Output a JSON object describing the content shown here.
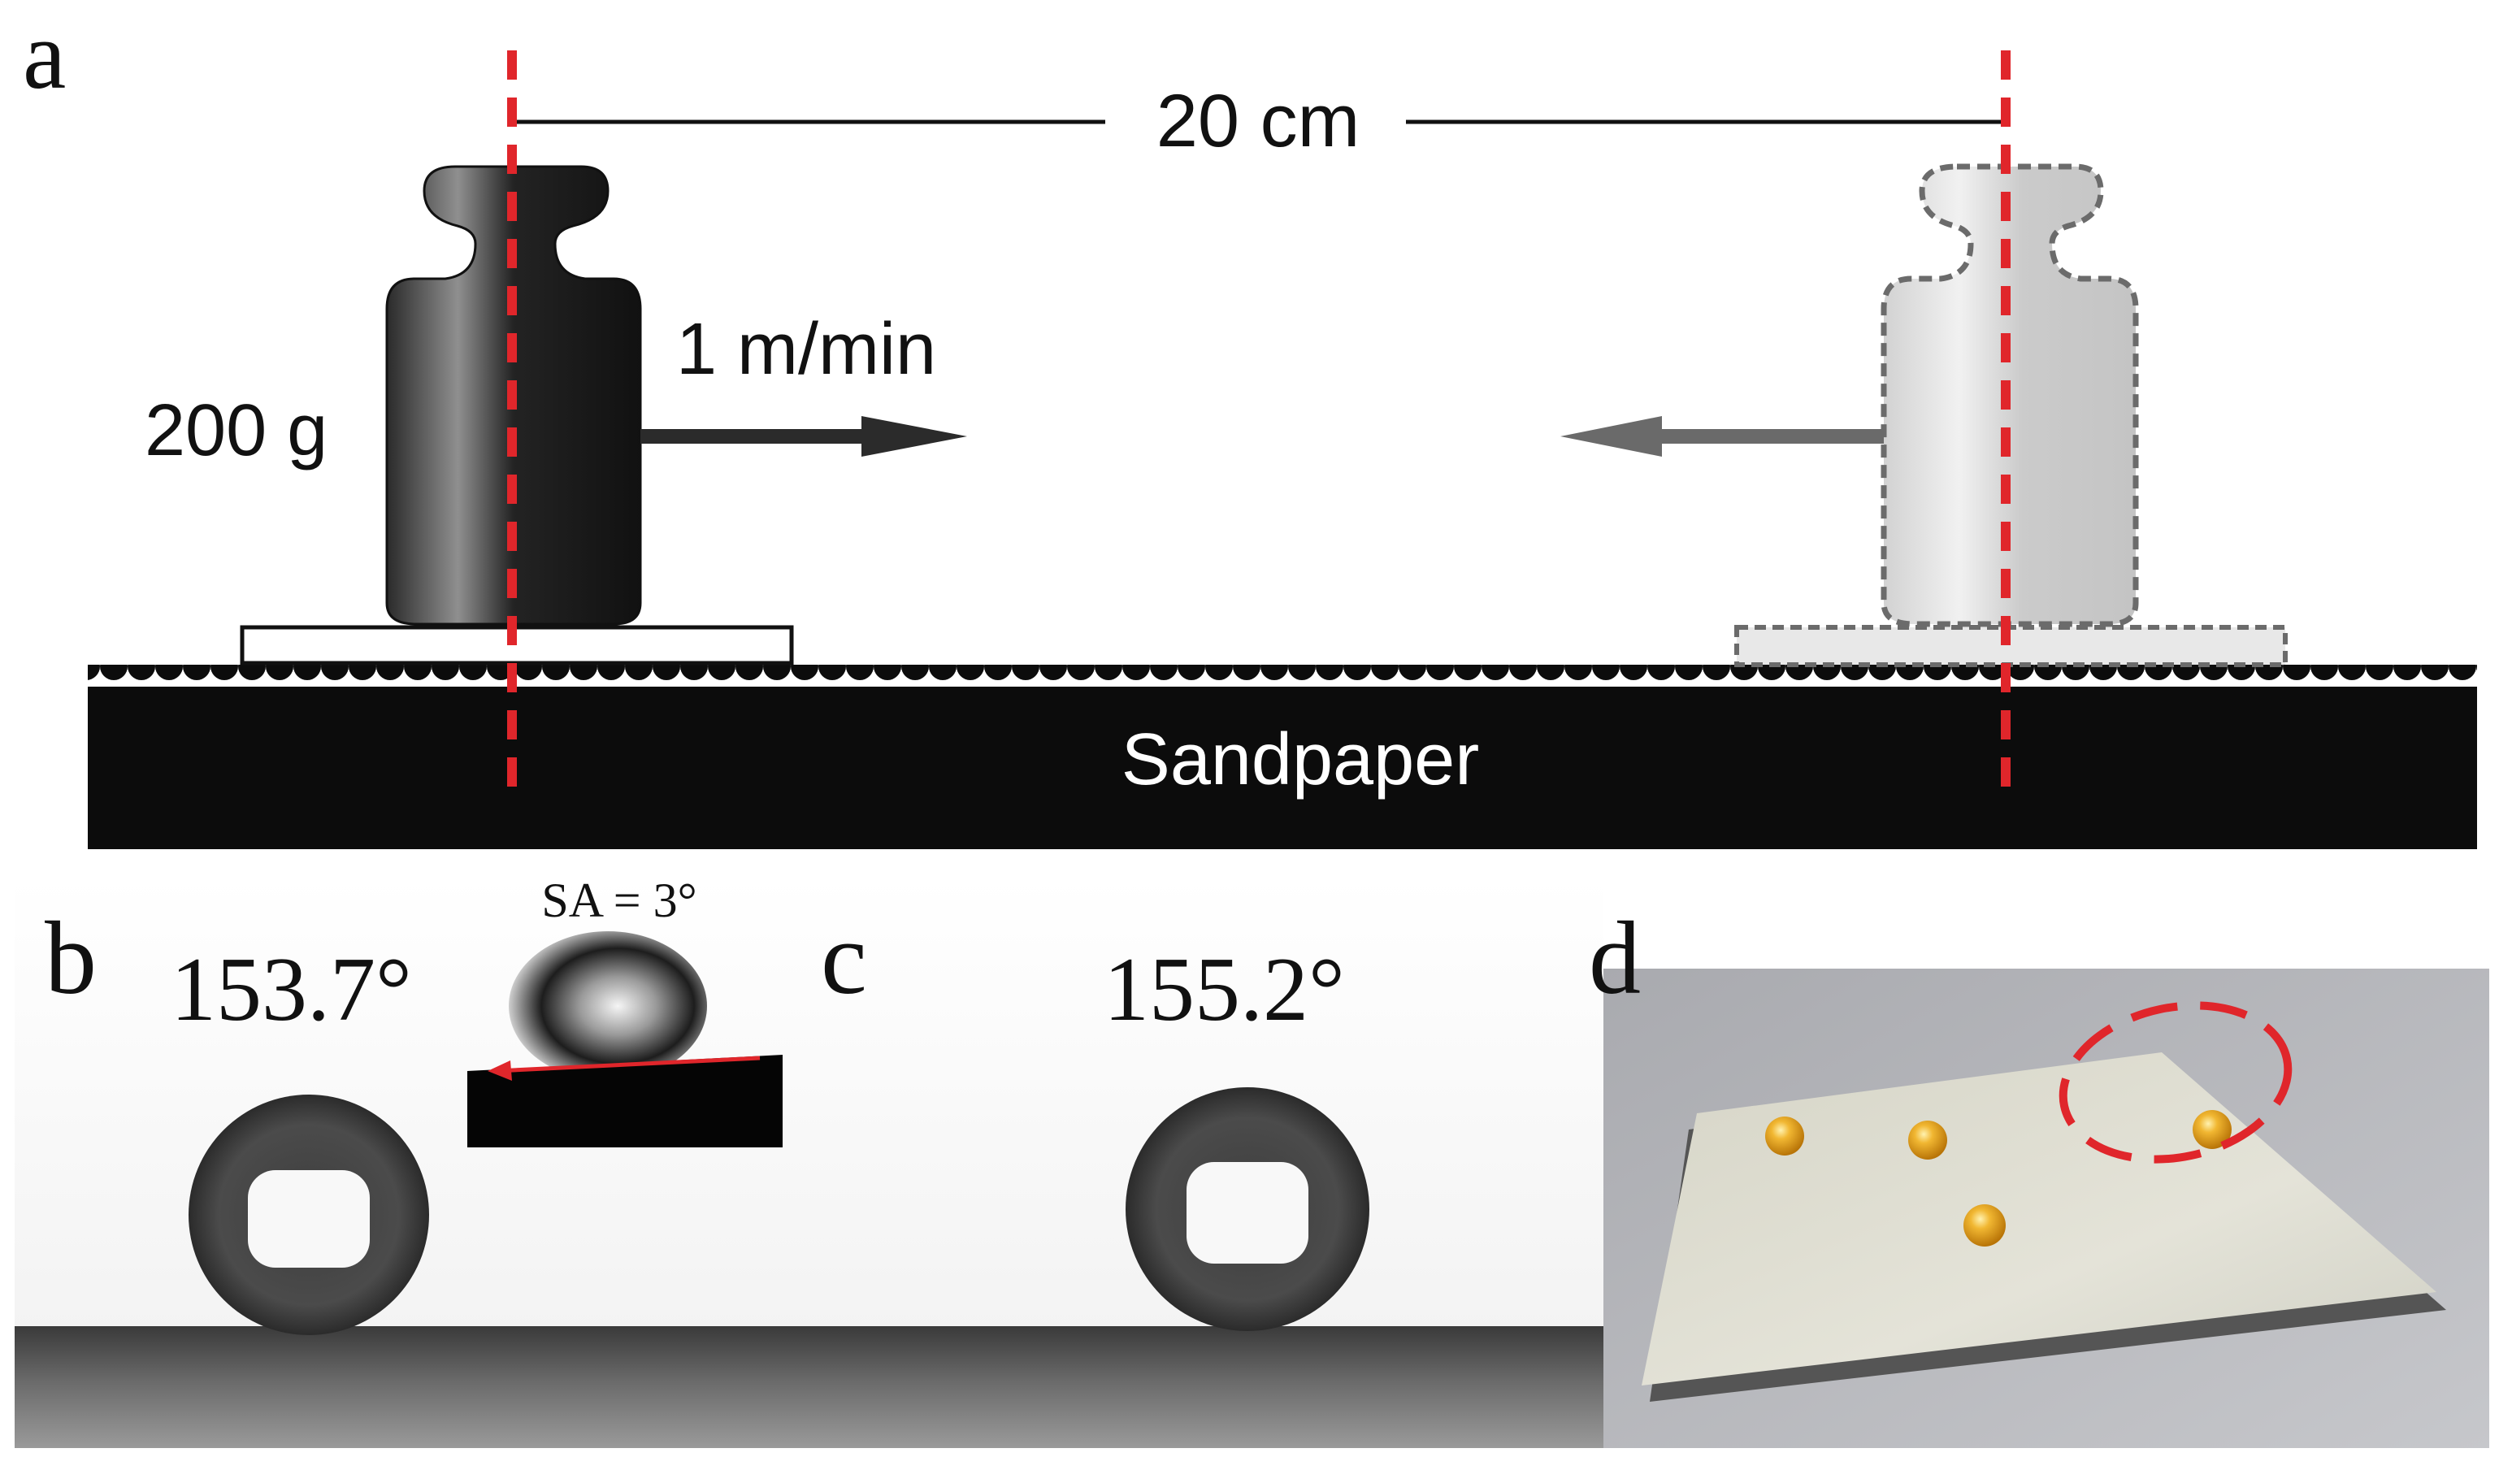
{
  "panels": {
    "a": {
      "letter": "a",
      "distance_label": "20 cm",
      "speed_label": "1 m/min",
      "weight_label": "200 g",
      "surface_label": "Sandpaper"
    },
    "b": {
      "letter": "b",
      "contact_angle_label": "153.7°",
      "sliding_angle_label": "SA = 3°"
    },
    "c": {
      "letter": "c",
      "contact_angle_label": "155.2°"
    },
    "d": {
      "letter": "d"
    }
  },
  "colors": {
    "guide_line": "#e0262b",
    "weight_dark": "#1f1f1f",
    "weight_ghost": "#c9c9c9",
    "ghost_outline": "#6b6b6b",
    "sandpaper": "#0c0c0c",
    "droplet_amber": "#e6a21c",
    "photo_background": "#b5b6ba"
  },
  "icons": {
    "weight": "calibration-weight-icon",
    "arrow": "arrow-icon"
  }
}
